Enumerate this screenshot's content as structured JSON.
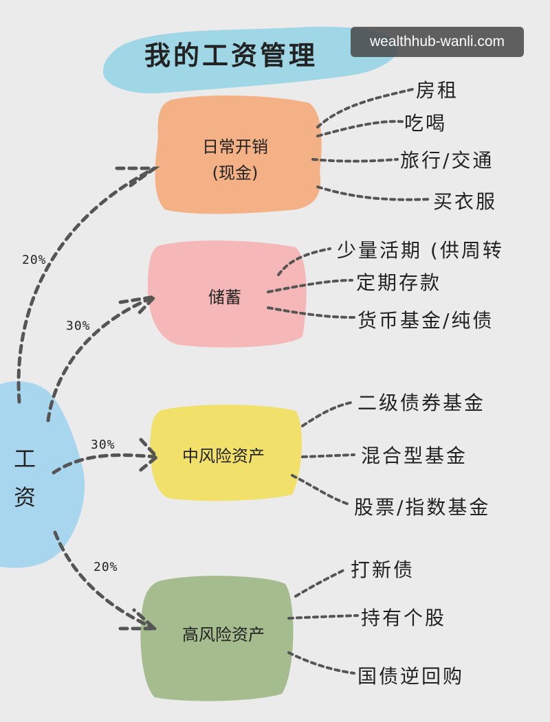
{
  "title": "我的工资管理",
  "watermark": "wealthhub-wanli.com",
  "colors": {
    "background": "#ecebeb",
    "title_blob": "#9fd7e6",
    "root_blob": "#a9d6ef",
    "daily": "#f4b186",
    "savings": "#f5b7b7",
    "medium": "#f1e06a",
    "high": "#a5bc8f"
  },
  "root": {
    "label_1": "工",
    "label_2": "资"
  },
  "branches": [
    {
      "line_1": "日常开销",
      "line_2": "(现金)",
      "percent": "20%",
      "leaves": [
        "房租",
        "吃喝",
        "旅行/交通",
        "买衣服"
      ]
    },
    {
      "line_1": "储蓄",
      "percent": "30%",
      "leaves": [
        "少量活期 (供周转",
        "定期存款",
        "货币基金/纯债"
      ]
    },
    {
      "line_1": "中风险资产",
      "percent": "30%",
      "leaves": [
        "二级债券基金",
        "混合型基金",
        "股票/指数基金"
      ]
    },
    {
      "line_1": "高风险资产",
      "percent": "20%",
      "leaves": [
        "打新债",
        "持有个股",
        "国债逆回购"
      ]
    }
  ]
}
